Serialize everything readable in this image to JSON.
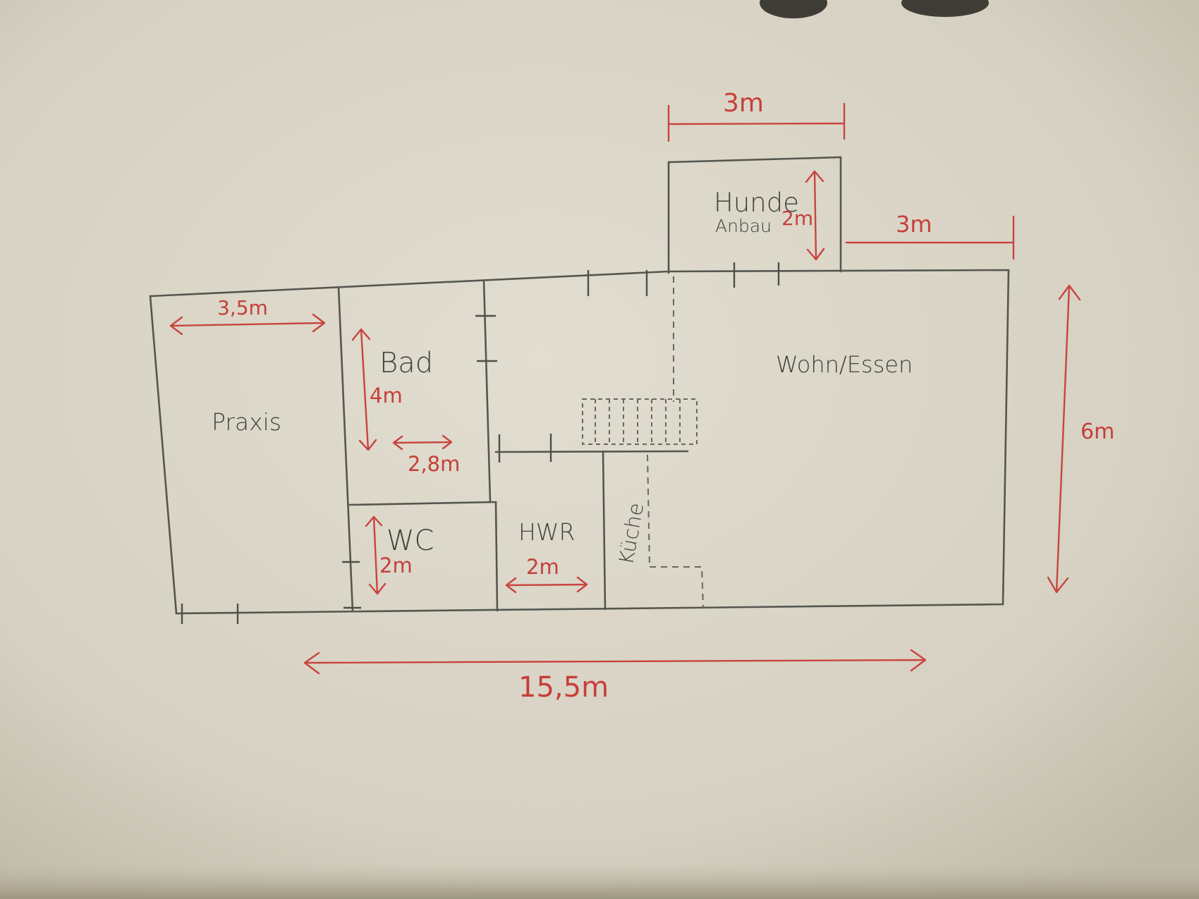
{
  "colors": {
    "paper": "#d8d4c6",
    "pencil": "#55574f",
    "red_pen": "#c9443f"
  },
  "rooms": {
    "praxis": "Praxis",
    "bad": "Bad",
    "wc": "WC",
    "hwr": "HWR",
    "kueche": "Küche",
    "wohn_essen": "Wohn/Essen",
    "hunde_line1": "Hunde",
    "hunde_line2": "Anbau"
  },
  "dimensions": {
    "praxis_width": "3,5m",
    "bad_height": "4m",
    "bad_width": "2,8m",
    "wc_height": "2m",
    "hwr_width": "2m",
    "anbau_width": "3m",
    "anbau_depth": "2m",
    "offset_right": "3m",
    "house_depth": "6m",
    "house_length": "15,5m"
  }
}
